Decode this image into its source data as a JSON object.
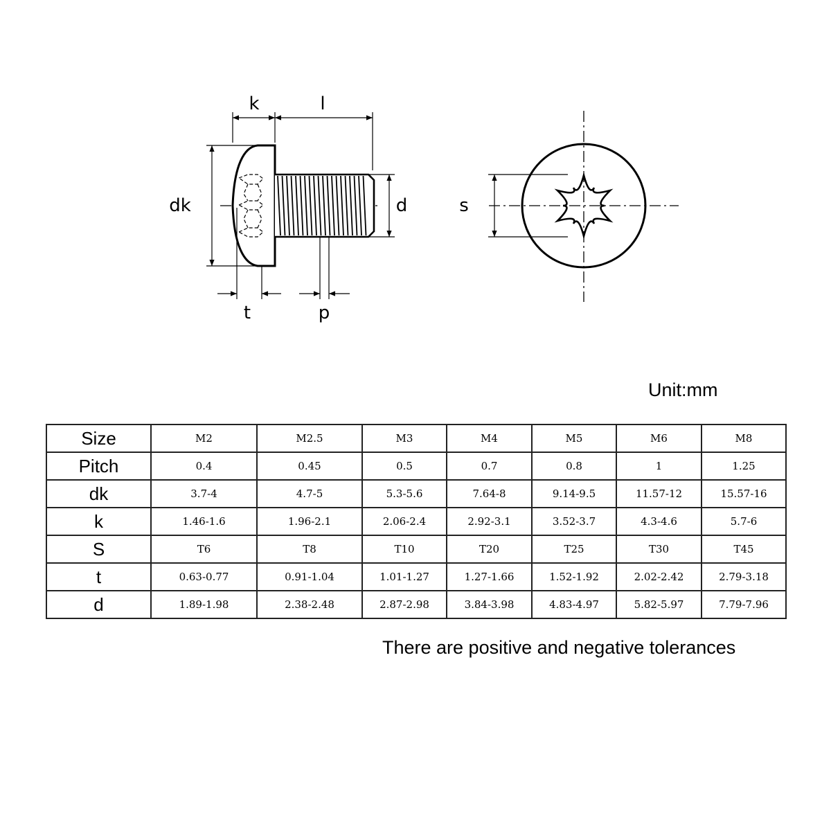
{
  "drawing": {
    "labels": {
      "k": "k",
      "l": "l",
      "dk": "dk",
      "d": "d",
      "t": "t",
      "p": "p",
      "s": "s"
    }
  },
  "unit_label": "Unit:mm",
  "table": {
    "rows": [
      {
        "label": "Size",
        "cells": [
          "M2",
          "M2.5",
          "M3",
          "M4",
          "M5",
          "M6",
          "M8"
        ]
      },
      {
        "label": "Pitch",
        "cells": [
          "0.4",
          "0.45",
          "0.5",
          "0.7",
          "0.8",
          "1",
          "1.25"
        ]
      },
      {
        "label": "dk",
        "cells": [
          "3.7-4",
          "4.7-5",
          "5.3-5.6",
          "7.64-8",
          "9.14-9.5",
          "11.57-12",
          "15.57-16"
        ]
      },
      {
        "label": "k",
        "cells": [
          "1.46-1.6",
          "1.96-2.1",
          "2.06-2.4",
          "2.92-3.1",
          "3.52-3.7",
          "4.3-4.6",
          "5.7-6"
        ]
      },
      {
        "label": "S",
        "cells": [
          "T6",
          "T8",
          "T10",
          "T20",
          "T25",
          "T30",
          "T45"
        ]
      },
      {
        "label": "t",
        "cells": [
          "0.63-0.77",
          "0.91-1.04",
          "1.01-1.27",
          "1.27-1.66",
          "1.52-1.92",
          "2.02-2.42",
          "2.79-3.18"
        ]
      },
      {
        "label": "d",
        "cells": [
          "1.89-1.98",
          "2.38-2.48",
          "2.87-2.98",
          "3.84-3.98",
          "4.83-4.97",
          "5.82-5.97",
          "7.79-7.96"
        ]
      }
    ]
  },
  "footnote": "There are positive and negative tolerances"
}
